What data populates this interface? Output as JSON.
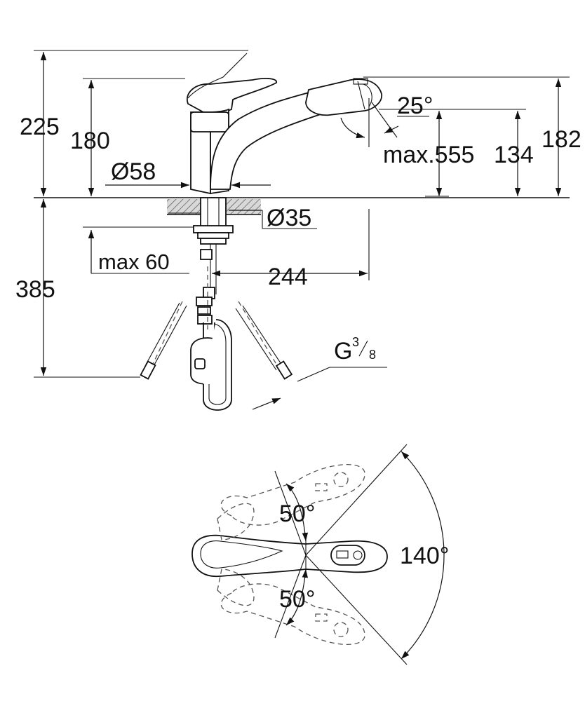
{
  "labels": {
    "h225": "225",
    "h180": "180",
    "dia58": "Ø58",
    "dia35": "Ø35",
    "angle25": "25°",
    "max555": "max.555",
    "h134": "134",
    "h182": "182",
    "max60": "max 60",
    "h385": "385",
    "w244": "244",
    "thread_base": "G",
    "thread_num": "3",
    "thread_den": "8",
    "angle50_top": "50°",
    "angle50_bottom": "50°",
    "angle140": "140°"
  },
  "colors": {
    "line": "#111111",
    "dashed": "#555555",
    "hatch": "#cfcfcf"
  }
}
